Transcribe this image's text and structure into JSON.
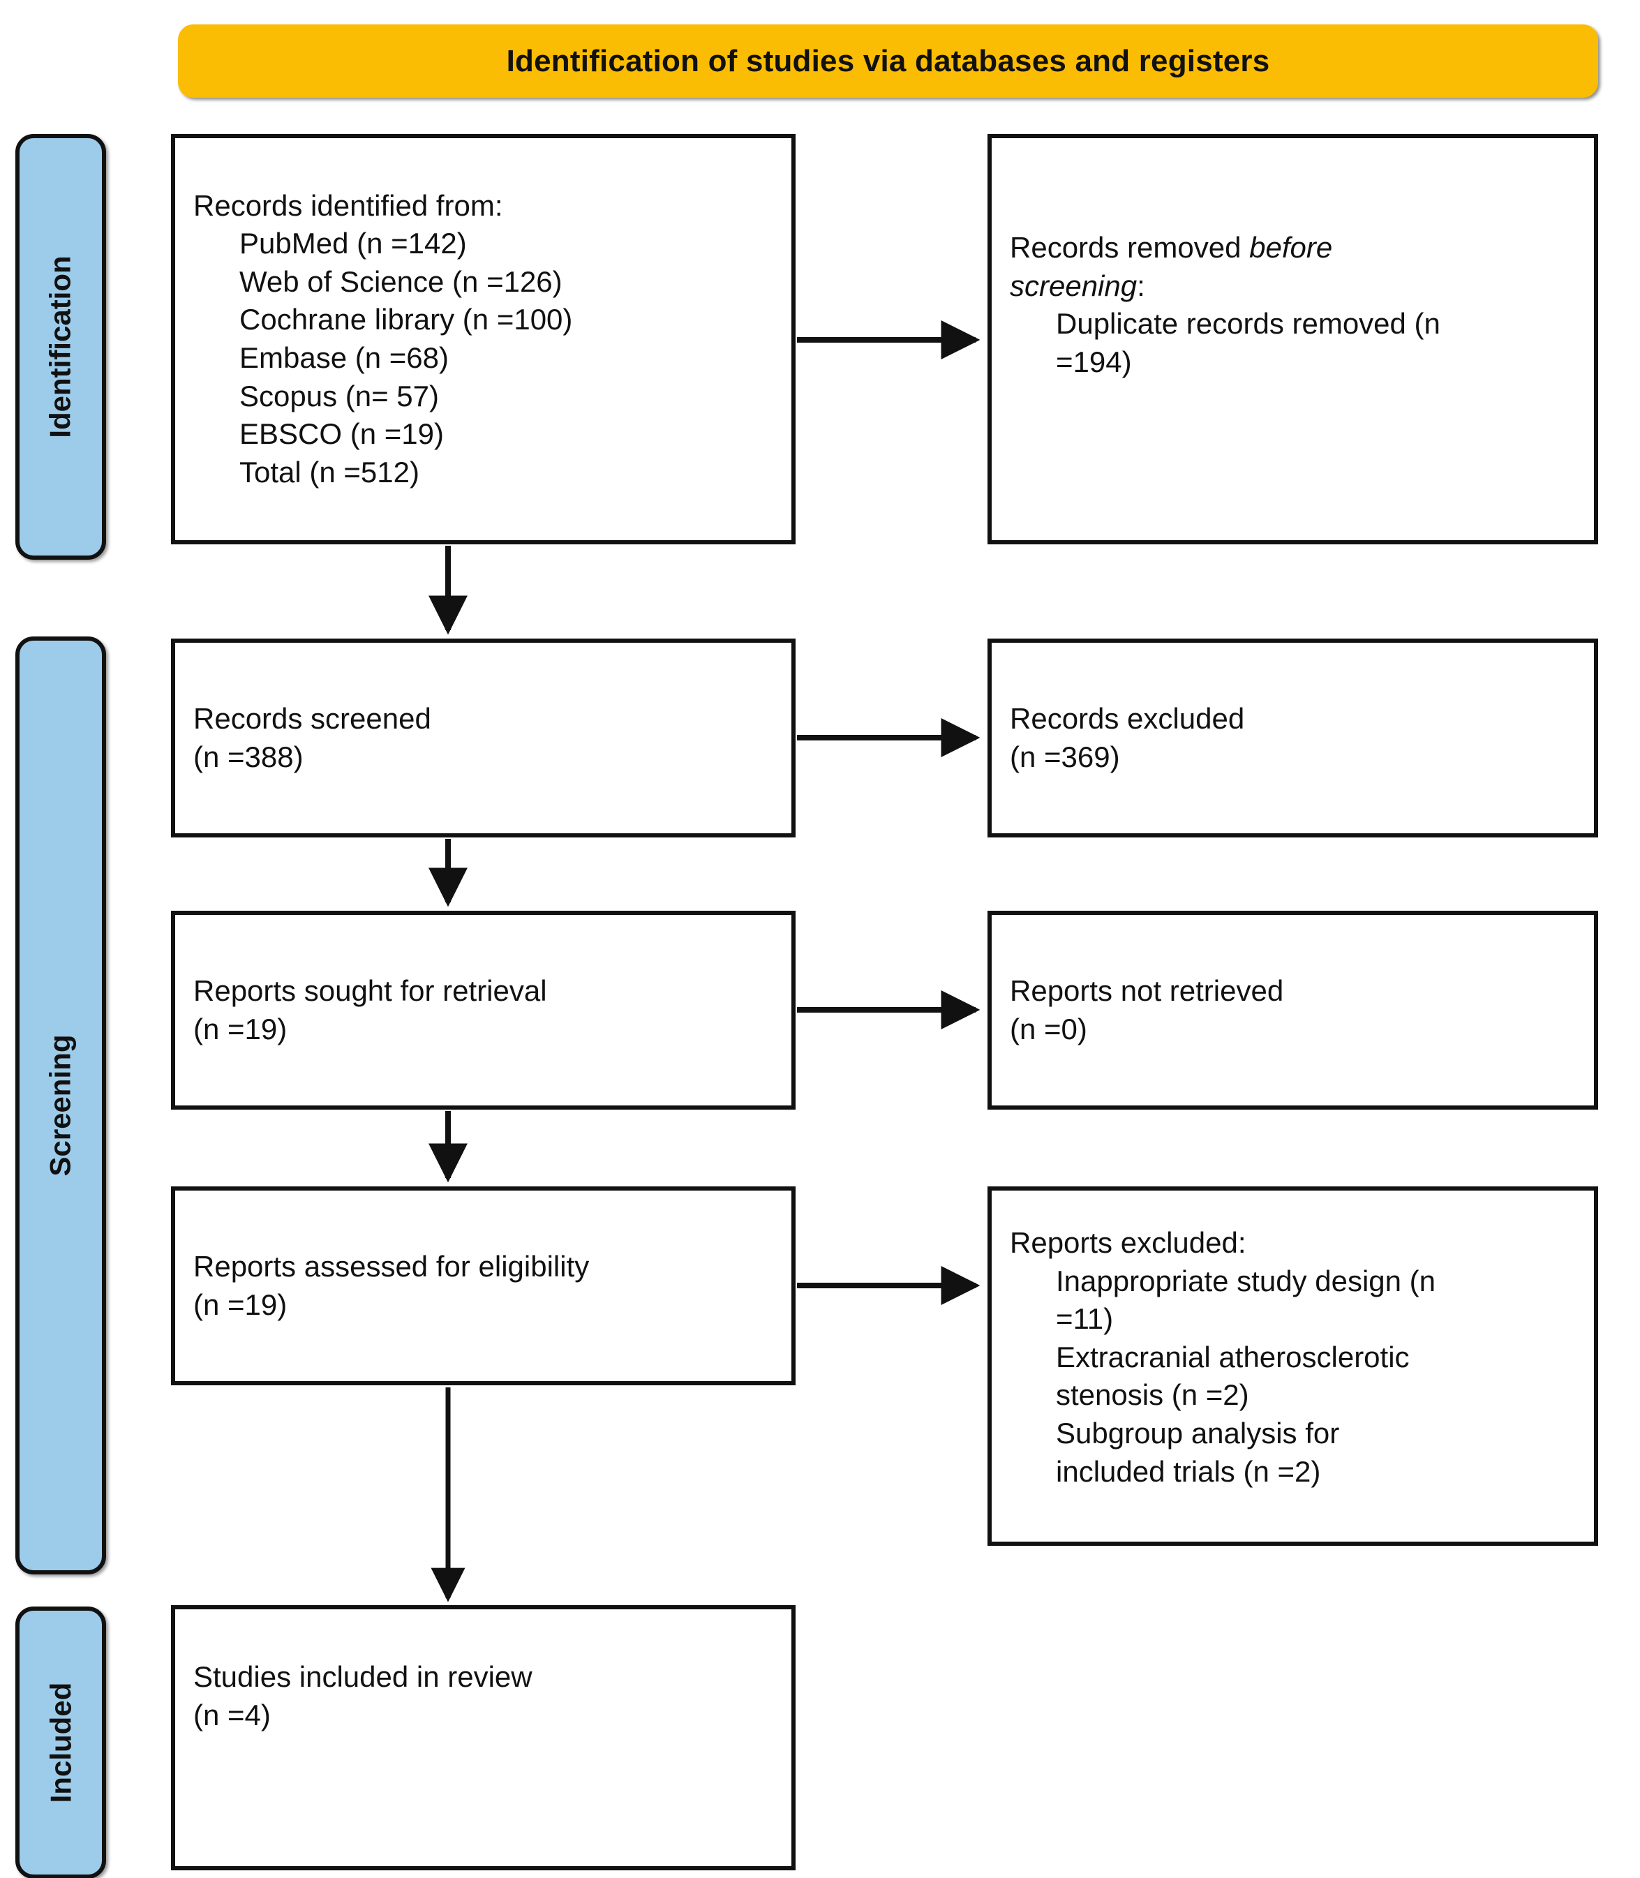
{
  "banner": {
    "title": "Identification of studies via databases and registers"
  },
  "stages": [
    {
      "id": "identification",
      "label": "Identification"
    },
    {
      "id": "screening",
      "label": "Screening"
    },
    {
      "id": "included",
      "label": "Included"
    }
  ],
  "boxes": {
    "identified": {
      "heading": "Records identified from:",
      "items": [
        "PubMed (n =142)",
        "Web of Science (n =126)",
        "Cochrane library (n =100)",
        "Embase (n =68)",
        "Scopus (n= 57)",
        "EBSCO (n =19)",
        "Total (n =512)"
      ]
    },
    "removed": {
      "line1_plain": "Records removed ",
      "line1_italic": "before",
      "line2_italic": "screening",
      "line2_plain": ":",
      "item1": "Duplicate records removed (n",
      "item2": "=194)"
    },
    "screened": {
      "label": "Records screened",
      "count": "(n =388)"
    },
    "excluded": {
      "label": "Records excluded",
      "count": "(n =369)"
    },
    "sought": {
      "label": "Reports sought for retrieval",
      "count": "(n =19)"
    },
    "not_retrieved": {
      "label": "Reports not retrieved",
      "count": "(n =0)"
    },
    "assessed": {
      "label": "Reports assessed for eligibility",
      "count": "(n =19)"
    },
    "reports_excluded": {
      "heading": "Reports excluded:",
      "items": [
        "Inappropriate study design (n",
        "=11)",
        "Extracranial atherosclerotic",
        "stenosis (n =2)",
        "Subgroup analysis for",
        "included trials (n =2)"
      ]
    },
    "studies_included": {
      "label": "Studies included in review",
      "count": "(n =4)"
    }
  },
  "colors": {
    "banner_fill": "#FBBC04",
    "stage_fill": "#9DCCEA",
    "stroke": "#111111"
  }
}
